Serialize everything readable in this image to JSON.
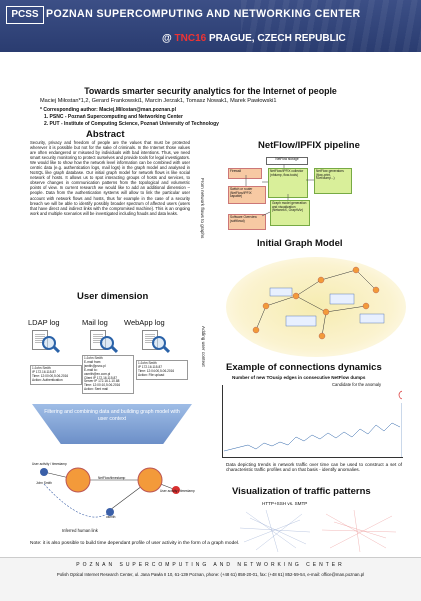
{
  "header": {
    "logo": "PCSS",
    "title": "POZNAN SUPERCOMPUTING AND NETWORKING CENTER",
    "subtitle_at": "@",
    "subtitle_tnc": "TNC16",
    "subtitle_place": "PRAGUE, CZECH REPUBLIC"
  },
  "paper": {
    "title": "Towards smarter security analytics for the Internet of people",
    "authors": "Maciej Miłostan*1,2, Gerard Frankowski1, Marcin Jerzak1, Tomasz Nowak1, Marek Pawłowski1",
    "corresponding": "* Corresponding author: Maciej.Milostan@man.poznan.pl",
    "affiliations": [
      "1. PSNC - Poznań Supercomputing and Networking Center",
      "2. PUT - Institute of Computing Science, Poznań University of Technology"
    ]
  },
  "abstract": {
    "heading": "Abstract",
    "text": "Security, privacy and freedom of people are the values that must be protected wherever it is possible but not for the sake of criminals. In the Internet those values are often endangered or misused by individuals with bad intentions. Thus, we need smart security monitoring to protect ourselves and provide tools for legal investigators. We would like to show how the network level information can be combined with user centric data (e.g. authentication logs, mail logs) in the graph model and analysed in NoSQL like graph database. Our initial graph model for network flows is like social network of hosts. It allows us to spot interacting groups of hosts and services, to observe changes in communication patterns from the topological and volumetric points of view. In current research we would like to add an additional dimension – people. Data from the authentication systems will allow to link the particular user account with network flows and hosts, thus for example in the case of a security breach we will be able to identify possibly broader spectrum of affected users (users that have direct and indirect links with the compromised machine). This is an ongoing work and multiple scenarios will be investigated including frauds and data leaks."
  },
  "netflow": {
    "heading": "NetFlow/IPFIX  pipeline",
    "side_label": "From network flows to graphs",
    "boxes": {
      "netflow_storage": "NetFlow storage",
      "firewall": "Firewall",
      "switch": "Switch or router (NetFlow/IPFIX capable)",
      "collector": "NetFlow/IPFIX collector (nfdump, flow-tools)",
      "generator": "NetFlow generators (flow-print, fGet/dump...)",
      "graph_model": "Graph model generation and visualization (NetworkX, GraphViz)",
      "overview": "Software Overview (softflowd)"
    }
  },
  "initial_graph": {
    "heading": "Initial Graph Model"
  },
  "user_dimension": {
    "heading": "User dimension",
    "side_label": "Adding user context",
    "logs": [
      "LDAP log",
      "Mail log",
      "WebApp log"
    ],
    "cards": [
      [
        "1:John Smith",
        "IP 172.16.115.87",
        "Time: 12:00:00,5.06.2016",
        "Action: Authentication"
      ],
      [
        "1:John Smith",
        "E-mail from:",
        "jsmith@psnc.pl",
        "E-mail to:",
        "osmith@ex.com.pl",
        "Client IP 172.16.115.87",
        "Server IP 172.16.1.10.88",
        "Time: 12:00:10,5.06.2016",
        "Action: Sent mail"
      ],
      [
        "1:John Smith",
        "IP 172.16.115.87",
        "Time: 12:04:00,5.06.2016",
        "Action: File upload"
      ]
    ],
    "funnel_text": "Filtering and combining data and building graph model with user context",
    "graph_nodes": {
      "left_user": "John Smith",
      "right_user": "osmith",
      "activity_left": "User activity / timestamp",
      "activity_right": "User activity / timestamp",
      "edge": "NetFlow/timestamp",
      "inferred": "Inferred human link"
    },
    "note": "Note: it is also possible to build time dependant profile of user activity in the form of a graph model."
  },
  "dynamics": {
    "heading": "Example of connections dynamics",
    "chart_title": "Number of new TOusip edges in consecutive NetFlow dumps",
    "annotation": "Candidate for the anomaly",
    "caption": "Data depicting trends in network traffic over time can be used to construct a set of characteristic traffic profiles and on that basis - identify anomalies."
  },
  "visualization": {
    "heading": "Visualization of traffic patterns",
    "label_left": "HTTP+SSH",
    "label_vs": "vs.",
    "label_right": "SMTP"
  },
  "footer": {
    "name": "POZNAN SUPERCOMPUTING AND NETWORKING CENTER",
    "address": "Polish Optical Internet Research Center, ul. Jana Pawła II 10, 61-139 Poznan, phone: (+48 61) 858-20-01, fax: (+48 61) 852-59-54, e-mail: office@man.poznan.pl"
  },
  "colors": {
    "header_bg": "#2f4278",
    "accent_blue": "#2a62a8",
    "orange": "#f39a3a",
    "red": "#d83030",
    "yellow": "#f6ecb0"
  }
}
